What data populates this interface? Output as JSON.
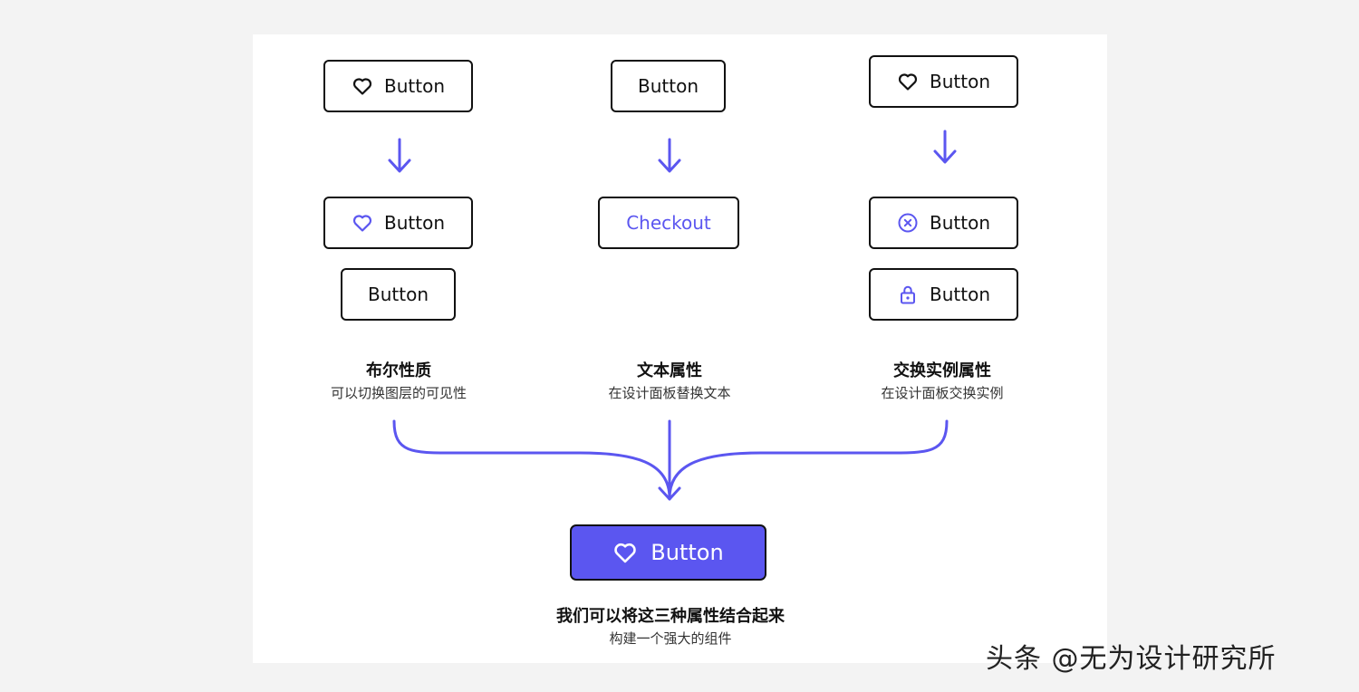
{
  "accent_color": "#5b56f0",
  "columns": [
    {
      "id": "boolean",
      "source_button": {
        "label": "Button",
        "icon": "heart-icon"
      },
      "variants": [
        {
          "label": "Button",
          "icon": "heart-icon",
          "icon_color": "#5b56f0"
        },
        {
          "label": "Button",
          "icon": null
        }
      ],
      "title": "布尔性质",
      "subtitle": "可以切换图层的可见性"
    },
    {
      "id": "text",
      "source_button": {
        "label": "Button",
        "icon": null
      },
      "variants": [
        {
          "label": "Checkout",
          "icon": null,
          "text_color": "#5b56f0"
        }
      ],
      "title": "文本属性",
      "subtitle": "在设计面板替换文本"
    },
    {
      "id": "instance-swap",
      "source_button": {
        "label": "Button",
        "icon": "heart-icon"
      },
      "variants": [
        {
          "label": "Button",
          "icon": "close-circle-icon",
          "icon_color": "#5b56f0"
        },
        {
          "label": "Button",
          "icon": "lock-icon",
          "icon_color": "#5b56f0"
        }
      ],
      "title": "交换实例属性",
      "subtitle": "在设计面板交换实例"
    }
  ],
  "result": {
    "button": {
      "label": "Button",
      "icon": "heart-icon"
    },
    "title": "我们可以将这三种属性结合起来",
    "subtitle": "构建一个强大的组件"
  },
  "watermark": "头条 @无为设计研究所"
}
